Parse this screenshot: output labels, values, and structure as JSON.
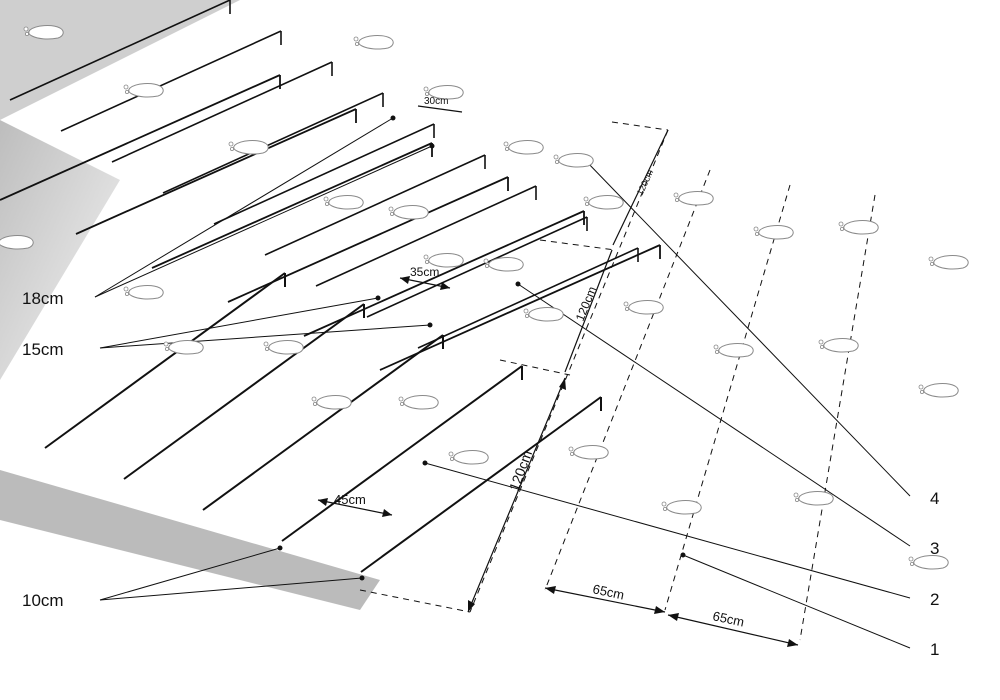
{
  "labels": {
    "rise_18": "18cm",
    "rise_15": "15cm",
    "rise_10": "10cm",
    "zone_1": "1",
    "zone_2": "2",
    "zone_3": "3",
    "zone_4": "4"
  },
  "dimensions": {
    "tread_30": "30cm",
    "tread_35": "35cm",
    "tread_45": "45cm",
    "width_upper": "120cm",
    "width_middle": "120cm",
    "width_lower": "120cm",
    "stride_a": "65cm",
    "stride_b": "65cm"
  },
  "colors": {
    "ink": "#111111",
    "step_top": "#ffffff",
    "step_riser": "#d6d6d6",
    "shadow": "#9a9a9a",
    "footprint": "#c9c9c9"
  },
  "icons": {
    "footprint": "footprint-icon"
  }
}
